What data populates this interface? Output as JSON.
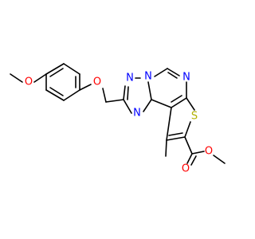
{
  "molecule": {
    "atoms": {
      "o_methoxy": "O",
      "o_ether": "O",
      "n_tri_top_left": "N",
      "n_bridge": "N",
      "n_pyrimidine": "N",
      "n_tri_bottom": "N",
      "s_thiophene": "S",
      "o_carbonyl": "O",
      "o_ester": "O"
    }
  },
  "colors": {
    "bond": "#000000",
    "oxygen": "#ff0000",
    "nitrogen": "#0000ff",
    "sulfur": "#b2b200",
    "background": "#ffffff"
  }
}
